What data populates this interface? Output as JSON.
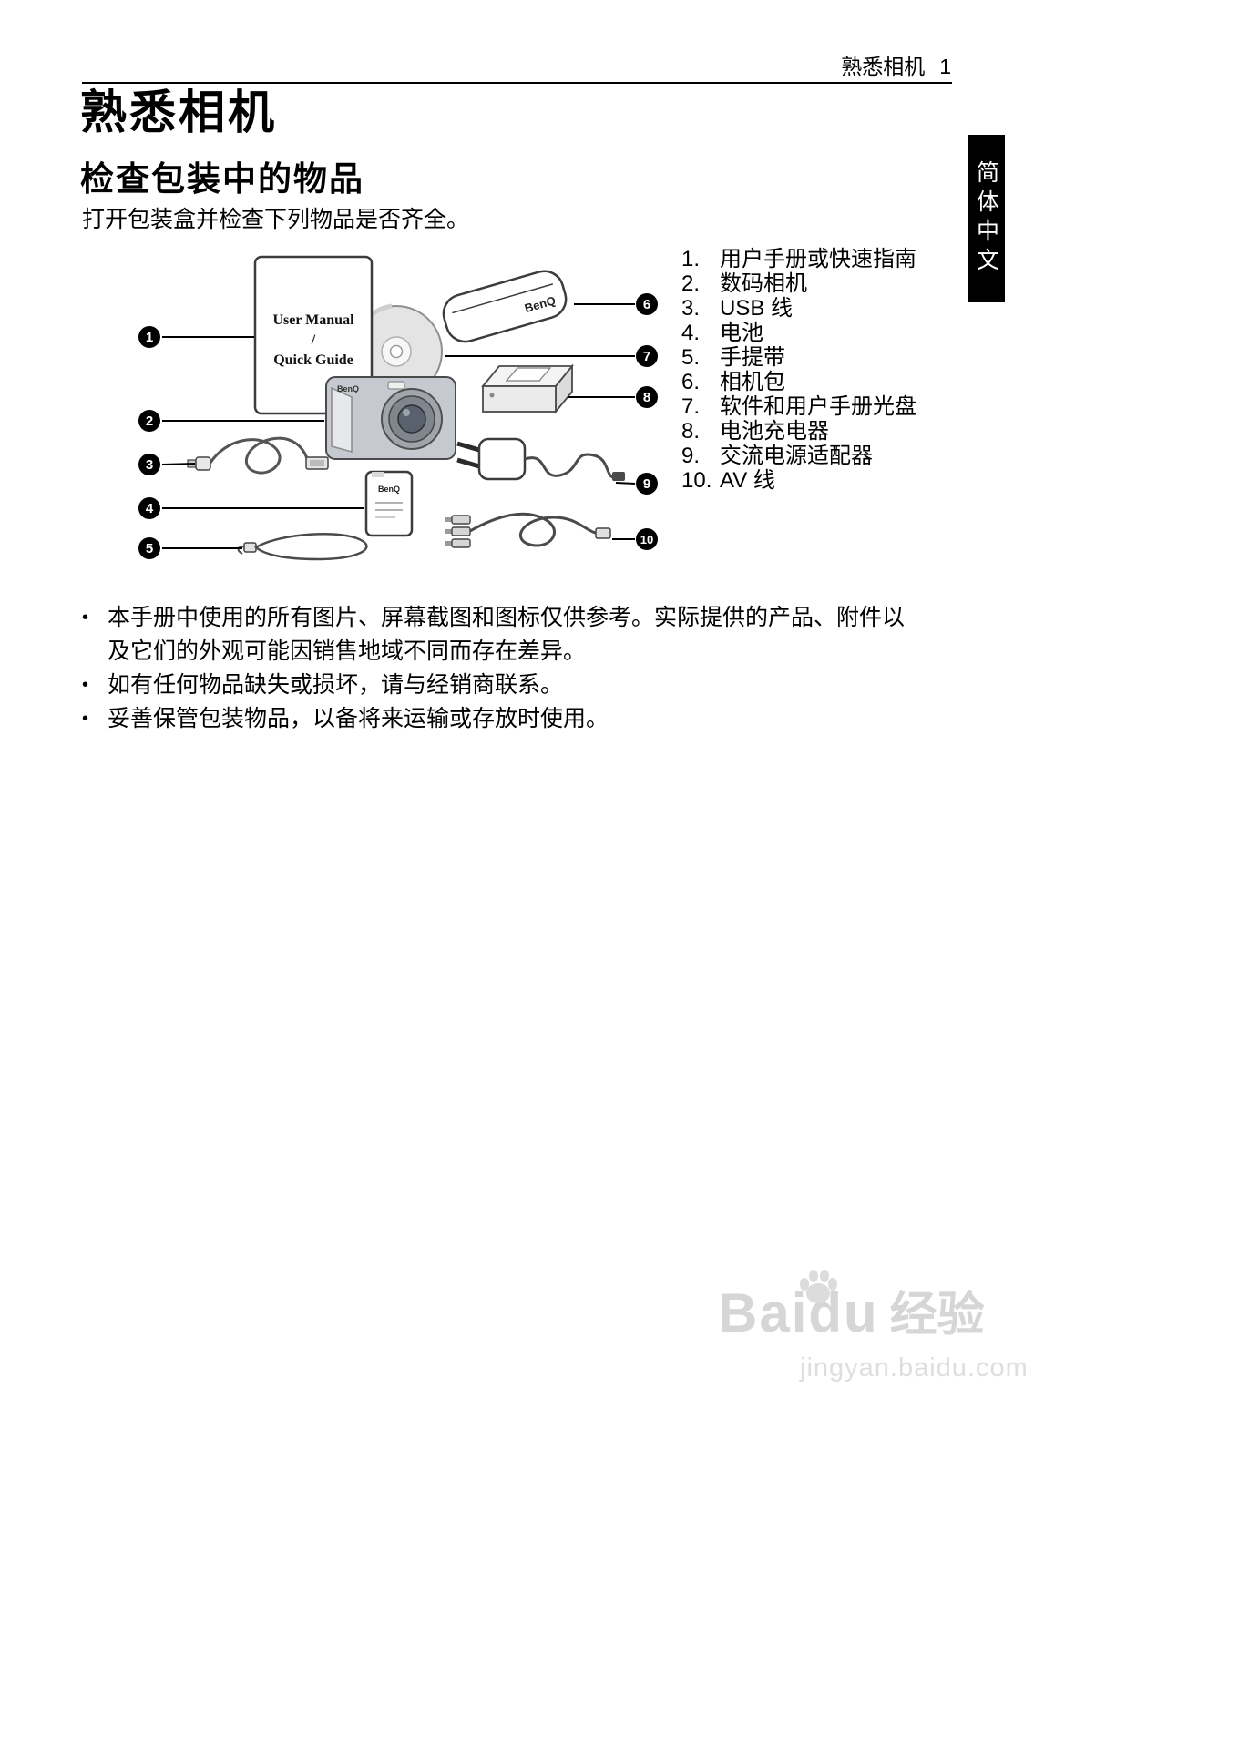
{
  "header": {
    "running_title": "熟悉相机",
    "page_number": "1"
  },
  "title": "熟悉相机",
  "section": {
    "heading": "检查包装中的物品",
    "intro": "打开包装盒并检查下列物品是否齐全。"
  },
  "diagram": {
    "brand": "BenQ",
    "book": {
      "line1": "User Manual",
      "line2": "/",
      "line3": "Quick Guide"
    },
    "callouts": [
      "1",
      "2",
      "3",
      "4",
      "5",
      "6",
      "7",
      "8",
      "9",
      "10"
    ]
  },
  "package_items": [
    {
      "num": "1.",
      "label": "用户手册或快速指南"
    },
    {
      "num": "2.",
      "label": "数码相机"
    },
    {
      "num": "3.",
      "label": "USB 线"
    },
    {
      "num": "4.",
      "label": "电池"
    },
    {
      "num": "5.",
      "label": "手提带"
    },
    {
      "num": "6.",
      "label": "相机包"
    },
    {
      "num": "7.",
      "label": "软件和用户手册光盘"
    },
    {
      "num": "8.",
      "label": "电池充电器"
    },
    {
      "num": "9.",
      "label": "交流电源适配器"
    },
    {
      "num": "10.",
      "label": "AV 线"
    }
  ],
  "notes_bullet": "•",
  "notes": [
    "本手册中使用的所有图片、屏幕截图和图标仅供参考。实际提供的产品、附件以及它们的外观可能因销售地域不同而存在差异。",
    "如有任何物品缺失或损坏，请与经销商联系。",
    "妥善保管包装物品，以备将来运输或存放时使用。"
  ],
  "side_tab": "简体中文",
  "watermark": {
    "brand": "Baidu",
    "brand_cn": "经验",
    "url": "jingyan.baidu.com"
  }
}
